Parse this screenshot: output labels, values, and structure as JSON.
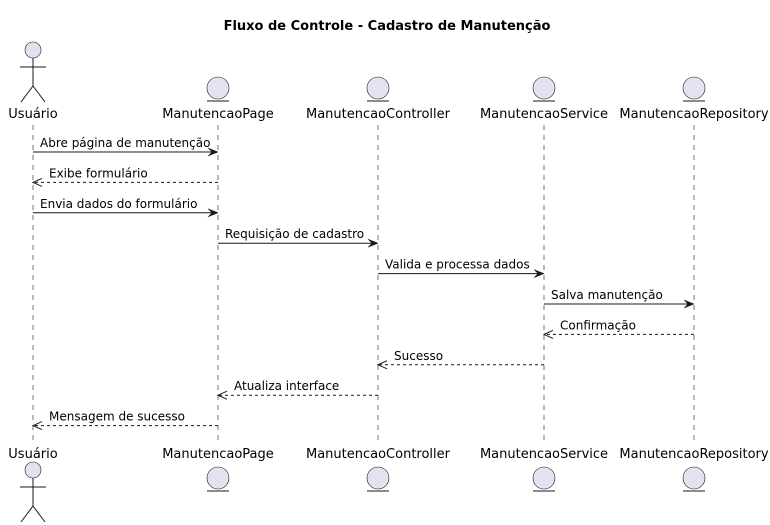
{
  "title": "Fluxo de Controle - Cadastro de Manutenção",
  "participants": [
    {
      "id": "usuario",
      "label": "Usuário",
      "kind": "actor"
    },
    {
      "id": "page",
      "label": "ManutencaoPage",
      "kind": "entity"
    },
    {
      "id": "controller",
      "label": "ManutencaoController",
      "kind": "entity"
    },
    {
      "id": "service",
      "label": "ManutencaoService",
      "kind": "entity"
    },
    {
      "id": "repository",
      "label": "ManutencaoRepository",
      "kind": "entity"
    }
  ],
  "messages": [
    {
      "from": "usuario",
      "to": "page",
      "label": "Abre página de manutenção",
      "style": "solid"
    },
    {
      "from": "page",
      "to": "usuario",
      "label": "Exibe formulário",
      "style": "dashed"
    },
    {
      "from": "usuario",
      "to": "page",
      "label": "Envia dados do formulário",
      "style": "solid"
    },
    {
      "from": "page",
      "to": "controller",
      "label": "Requisição de cadastro",
      "style": "solid"
    },
    {
      "from": "controller",
      "to": "service",
      "label": "Valida e processa dados",
      "style": "solid"
    },
    {
      "from": "service",
      "to": "repository",
      "label": "Salva manutenção",
      "style": "solid"
    },
    {
      "from": "repository",
      "to": "service",
      "label": "Confirmação",
      "style": "dashed"
    },
    {
      "from": "service",
      "to": "controller",
      "label": "Sucesso",
      "style": "dashed"
    },
    {
      "from": "controller",
      "to": "page",
      "label": "Atualiza interface",
      "style": "dashed"
    },
    {
      "from": "page",
      "to": "usuario",
      "label": "Mensagem de sucesso",
      "style": "dashed"
    }
  ],
  "colors": {
    "fill": "#E2E2F0",
    "stroke": "#181818",
    "text": "#000000"
  }
}
